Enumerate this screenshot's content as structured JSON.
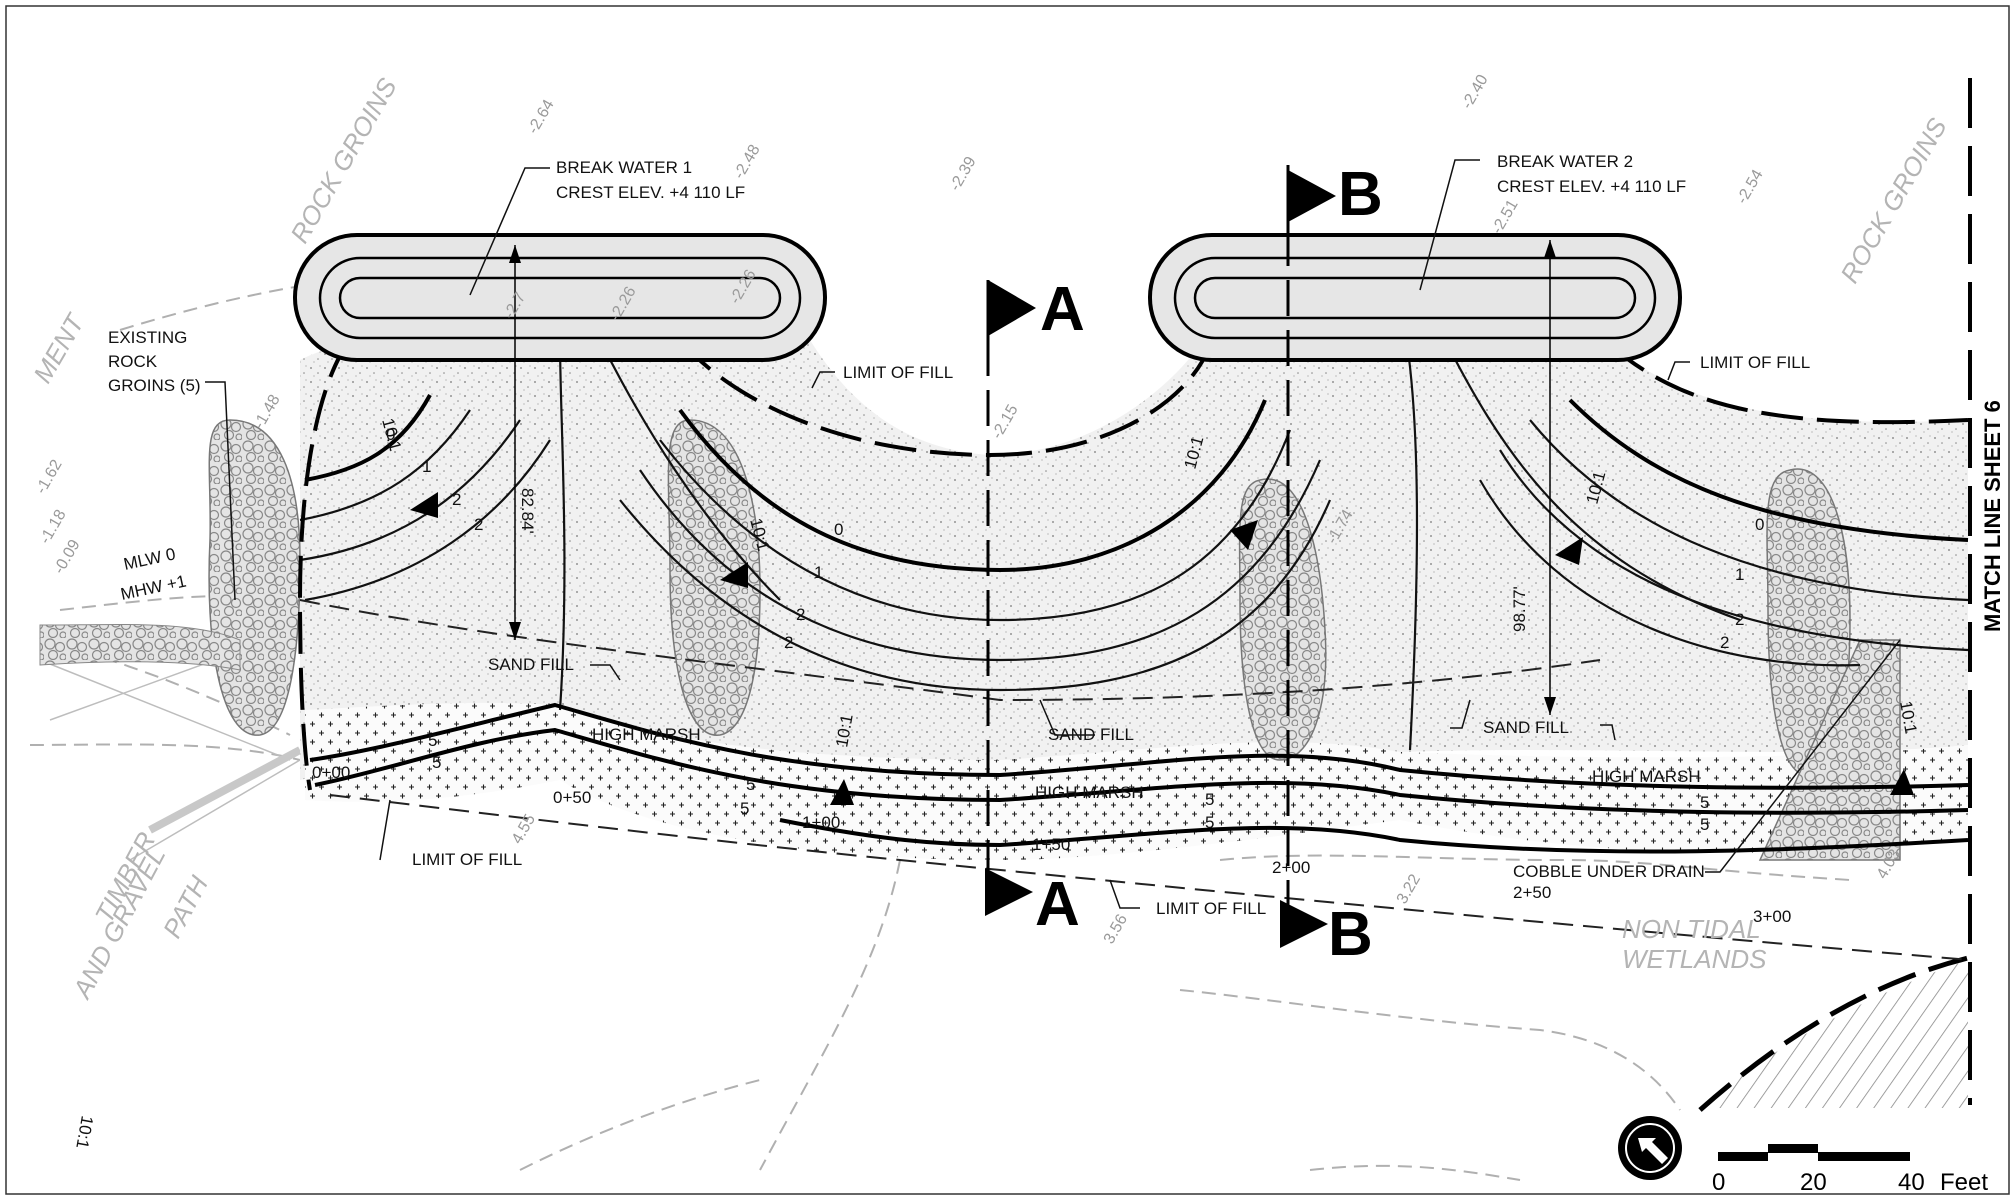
{
  "breakwaters": [
    {
      "title": "BREAK WATER 1",
      "crest": "CREST ELEV. +4 110 LF"
    },
    {
      "title": "BREAK WATER 2",
      "crest": "CREST ELEV. +4 110 LF"
    }
  ],
  "labels": {
    "existing_groins": [
      "EXISTING",
      "ROCK",
      "GROINS (5)"
    ],
    "rock_groins": "ROCK GROINS",
    "ment": "MENT",
    "mlw": "MLW 0",
    "mhw": "MHW +1",
    "limit_of_fill": "LIMIT OF FILL",
    "sand_fill": "SAND FILL",
    "high_marsh": "HIGH MARSH",
    "cobble_under_drain": "COBBLE UNDER DRAIN",
    "timber_path": [
      "TIMBER",
      "AND GRAVEL",
      "PATH"
    ],
    "non_tidal": [
      "NON TIDAL",
      "WETLANDS"
    ],
    "match_line": "MATCH LINE SHEET 6",
    "slope": "10:1",
    "dim_1": "82.84'",
    "dim_2": "98.77'"
  },
  "contours": [
    "0",
    "1",
    "2",
    "5"
  ],
  "sections": [
    "A",
    "B"
  ],
  "stations": [
    "0+00",
    "0+50",
    "1+00",
    "1+50",
    "2+00",
    "2+50",
    "3+00"
  ],
  "spot_elevations": [
    "-2.64",
    "-2.48",
    "-2.39",
    "-2.40",
    "-2.54",
    "-2.7",
    "-2.26",
    "-2.26",
    "-2.15",
    "-1.48",
    "-1.62",
    "-1.18",
    "-0.09",
    "-2.51",
    "-1.74",
    "4.55",
    "3.56",
    "3.22",
    "4.03"
  ],
  "scale": {
    "ticks": [
      "0",
      "20",
      "40"
    ],
    "unit": "Feet"
  },
  "colors": {
    "ink": "#000000",
    "existing": "#b0b0b0",
    "breakwater": "#e6e6e6",
    "fill": "#efefef"
  }
}
